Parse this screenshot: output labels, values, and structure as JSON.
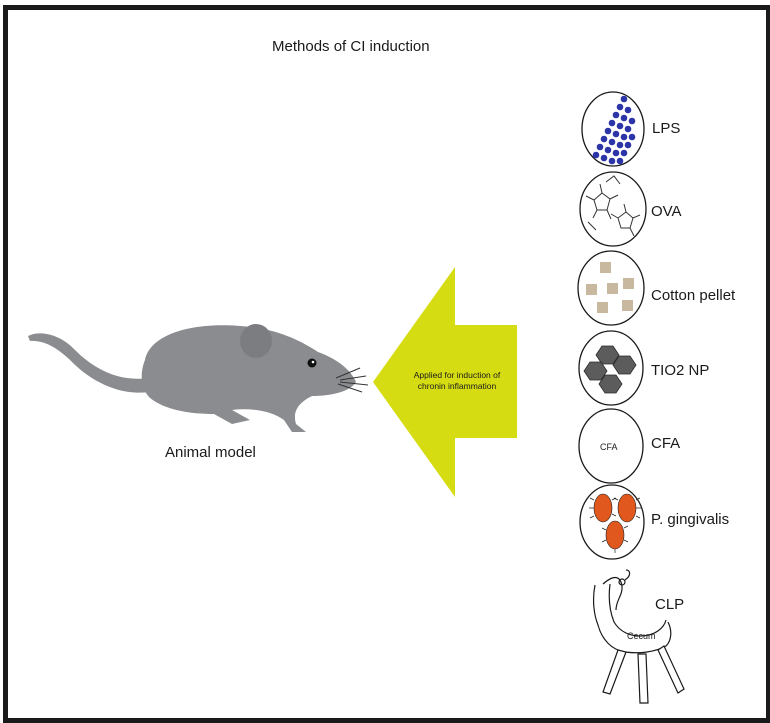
{
  "title": "Methods of CI induction",
  "animal_label": "Animal model",
  "arrow_text_line1": "Applied for induction of",
  "arrow_text_line2": "chronin inflammation",
  "methods": [
    {
      "label": "LPS"
    },
    {
      "label": "OVA"
    },
    {
      "label": "Cotton pellet"
    },
    {
      "label": "TIO2 NP"
    },
    {
      "label": "CFA",
      "inner": "CFA"
    },
    {
      "label": "P. gingivalis"
    },
    {
      "label": "CLP",
      "inner": "Cecum"
    }
  ],
  "colors": {
    "arrow": "#d6dc12",
    "mouse": "#8a8c8f",
    "lps": "#2b35a8",
    "cotton": "#c8b8a0",
    "tio2": "#5c5c5c",
    "gingivalis": "#e0581e",
    "frame": "#1a1a1a"
  }
}
